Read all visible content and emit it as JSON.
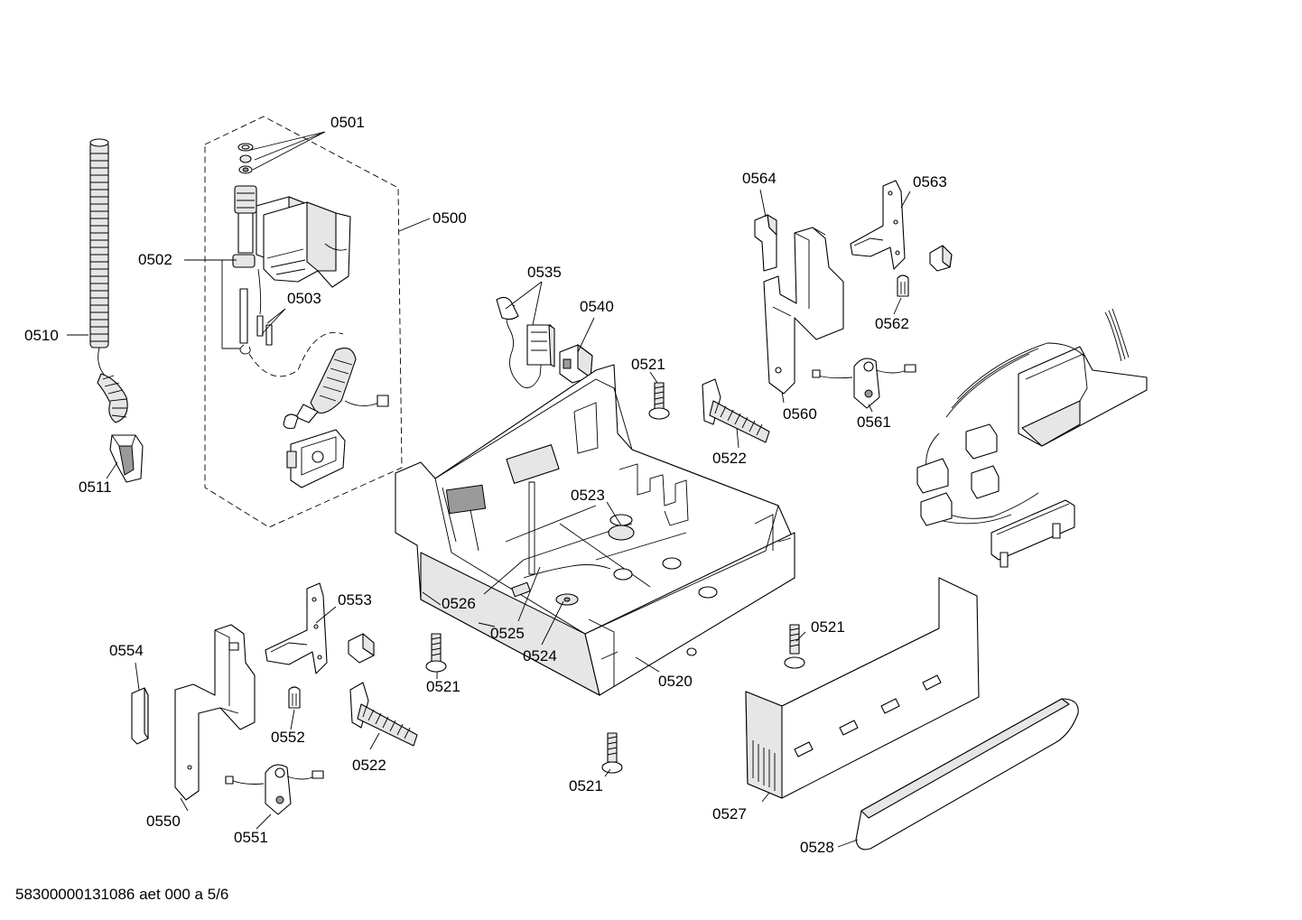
{
  "labels": {
    "p0501": "0501",
    "p0500": "0500",
    "p0502": "0502",
    "p0503": "0503",
    "p0510": "0510",
    "p0511": "0511",
    "p0535": "0535",
    "p0540": "0540",
    "p0521a": "0521",
    "p0521b": "0521",
    "p0521c": "0521",
    "p0521d": "0521",
    "p0522a": "0522",
    "p0522b": "0522",
    "p0523": "0523",
    "p0524": "0524",
    "p0525": "0525",
    "p0526": "0526",
    "p0520": "0520",
    "p0527": "0527",
    "p0528": "0528",
    "p0550": "0550",
    "p0551": "0551",
    "p0552": "0552",
    "p0553": "0553",
    "p0554": "0554",
    "p0560": "0560",
    "p0561": "0561",
    "p0562": "0562",
    "p0563": "0563",
    "p0564": "0564"
  },
  "footer": "58300000131086 aet 000 a 5/6"
}
